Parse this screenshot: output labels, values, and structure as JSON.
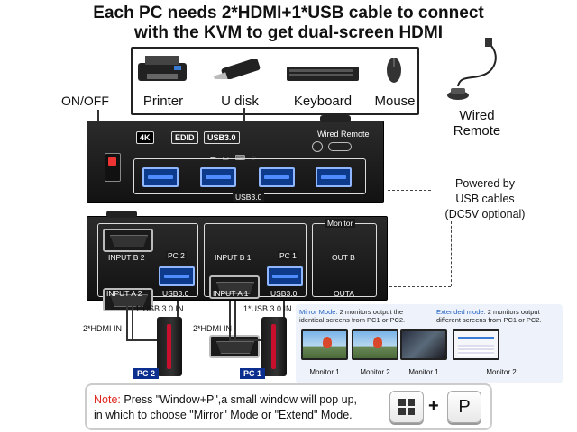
{
  "title": {
    "line1": "Each PC needs 2*HDMI+1*USB cable to connect",
    "line2": "with the KVM to get dual-screen HDMI"
  },
  "peripherals": [
    {
      "label": "Printer",
      "icon": "printer-icon"
    },
    {
      "label": "U disk",
      "icon": "usb-drive-icon"
    },
    {
      "label": "Keyboard",
      "icon": "keyboard-icon"
    },
    {
      "label": "Mouse",
      "icon": "mouse-icon"
    }
  ],
  "labels": {
    "onoff": "ON/OFF",
    "wired_remote_1": "Wired",
    "wired_remote_2": "Remote",
    "powered_1": "Powered by",
    "powered_2": "USB cables",
    "powered_3": "(DC5V optional)"
  },
  "front_panel": {
    "badges": [
      "4K",
      "EDID",
      "USB3.0"
    ],
    "wired_remote": "Wired Remote",
    "usb_label": "USB3.0"
  },
  "back_panel": {
    "monitor": "Monitor",
    "pc2": "PC 2",
    "pc1": "PC 1",
    "input_b2": "INPUT B 2",
    "input_a2": "INPUT A 2",
    "input_b1": "INPUT B 1",
    "input_a1": "INPUT A 1",
    "out_b": "OUT B",
    "out_a": "OUTA",
    "usb_2": "USB3.0",
    "usb_1": "USB3.0"
  },
  "connections": {
    "pc2_hdmi": "2*HDMI IN",
    "pc2_usb": "1*USB 3.0 IN",
    "pc1_hdmi": "2*HDMI IN",
    "pc1_usb": "1*USB 3.0 IN",
    "pc2_tag": "PC 2",
    "pc1_tag": "PC 1"
  },
  "modes": {
    "mirror_title": "Mirror Mode:",
    "mirror_desc_1": "2 monitors output the",
    "mirror_desc_2": "identical screens from PC1 or PC2.",
    "extended_title": "Extended mode:",
    "extended_desc_1": "2 monitors output",
    "extended_desc_2": "different screens from PC1 or PC2.",
    "monitor1": "Monitor 1",
    "monitor2": "Monitor 2",
    "monitor1b": "Monitor 1",
    "monitor2b": "Monitor 2"
  },
  "note": {
    "prefix": "Note:",
    "line1": " Press \"Window+P\",a small window will pop up,",
    "line2": "in which to choose \"Mirror\" Mode or \"Extend\" Mode.",
    "plus": "+",
    "key_p": "P"
  },
  "colors": {
    "accent_blue": "#1f5fc4",
    "note_red": "#e0261c",
    "usb_blue": "#0e3a8c",
    "pc_tag": "#0b2e8f"
  }
}
